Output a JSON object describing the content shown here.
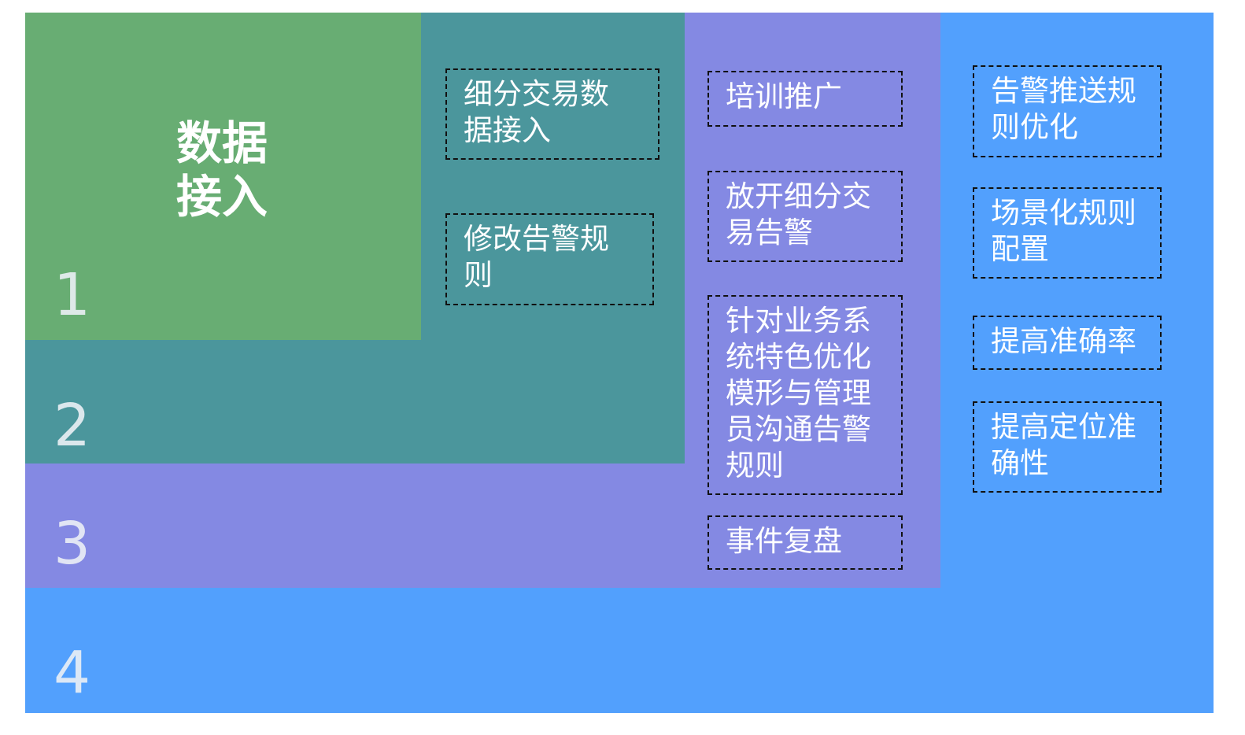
{
  "colors": {
    "level1": "#68ad73",
    "level2": "#4b969c",
    "level3": "#8489e3",
    "level4": "#52a0fd"
  },
  "level1": {
    "number": "1",
    "title": "数据接入"
  },
  "level2": {
    "number": "2",
    "items": [
      "细分交易数据接入",
      "修改告警规则"
    ]
  },
  "level3": {
    "number": "3",
    "items": [
      "培训推广",
      "放开细分交易告警",
      "针对业务系统特色优化模形与管理员沟通告警规则",
      "事件复盘"
    ]
  },
  "level4": {
    "number": "4",
    "items": [
      "告警推送规则优化",
      "场景化规则配置",
      "提高准确率",
      "提高定位准确性"
    ]
  }
}
